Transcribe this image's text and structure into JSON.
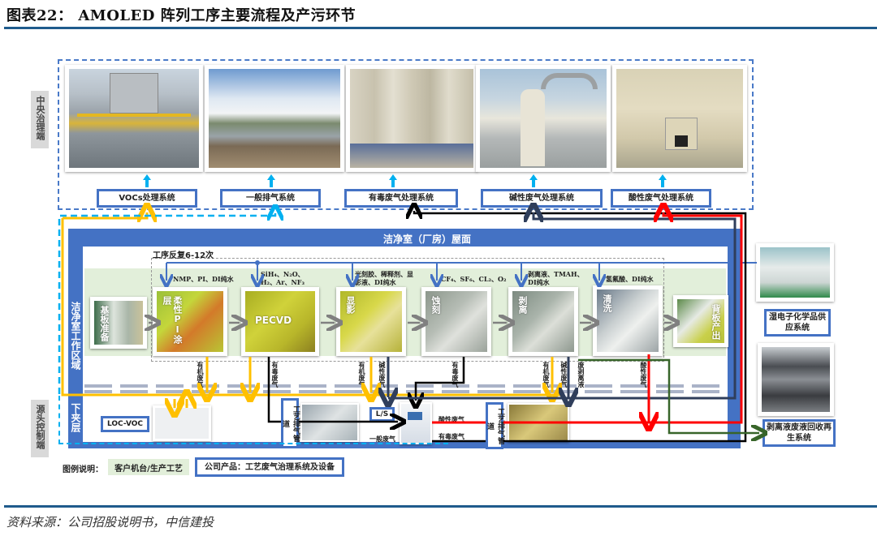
{
  "header": {
    "title": "图表22： AMOLED 阵列工序主要流程及产污环节"
  },
  "footer": {
    "source": "资料来源：公司招股说明书，中信建投"
  },
  "sections": {
    "central": "中央治理端",
    "source_control": "源头控制端",
    "cleanroom_work_area": "洁净室工作区域",
    "lower_mezzanine": "下夹层",
    "cleanroom_roof": "洁净室（厂房）屋面",
    "repeat_note": "工序反复6-12次"
  },
  "central_systems": [
    {
      "label": "VOCs处理系统",
      "photo": "voc-treatment-equipment"
    },
    {
      "label": "一般排气系统",
      "photo": "general-exhaust-fans"
    },
    {
      "label": "有毒废气处理系统",
      "photo": "toxic-gas-scrubber-towers"
    },
    {
      "label": "碱性废气处理系统",
      "photo": "alkaline-gas-scrubber"
    },
    {
      "label": "酸性废气处理系统",
      "photo": "acid-gas-scrubber"
    }
  ],
  "process_steps": [
    {
      "label": "基板准备",
      "chemicals": ""
    },
    {
      "label": "柔性PI涂层",
      "chemicals": "NMP、PI、DI纯水"
    },
    {
      "label": "PECVD",
      "chemicals": "SiH₄、N₂O、H₂、Ar、NF₃"
    },
    {
      "label": "显影",
      "chemicals": "光刻胶、稀释剂、显影液、DI纯水"
    },
    {
      "label": "蚀刻",
      "chemicals": "CF₄、SF₆、CL₂、O₂"
    },
    {
      "label": "剥离",
      "chemicals": "剥离液、TMAH、DI纯水"
    },
    {
      "label": "清洗",
      "chemicals": "氢氟酸、DI纯水"
    },
    {
      "label": "背板产出",
      "chemicals": ""
    }
  ],
  "emissions": {
    "organic": "有机废气",
    "toxic": "有毒废气",
    "alkaline": "碱性废气",
    "acid": "酸性废气",
    "stripping_waste": "废剥离液",
    "general": "一般废气"
  },
  "lower_level": {
    "loc_voc": "LOC-VOC",
    "duct_1": "工艺排气管道",
    "ls": "L/S",
    "general_gas": "一般废气",
    "acid_gas": "酸性废气",
    "toxic_gas": "有毒废气",
    "duct_2": "工艺排气管道"
  },
  "right_systems": [
    {
      "label": "湿电子化学品供应系统"
    },
    {
      "label": "剥离液废液回收再生系统"
    }
  ],
  "legend": {
    "title": "图例说明：",
    "customer": "客户机台/生产工艺",
    "company": "公司产品：工艺废气治理系统及设备"
  },
  "colors": {
    "accent_blue": "#4472c4",
    "organic_flow": "#ffc000",
    "toxic_flow": "#000000",
    "alkaline_flow": "#2f3e5b",
    "acid_flow": "#ff0000",
    "stripping_flow": "#38652a",
    "general_flow": "#00b0f0",
    "supply_line": "#4472c4"
  }
}
